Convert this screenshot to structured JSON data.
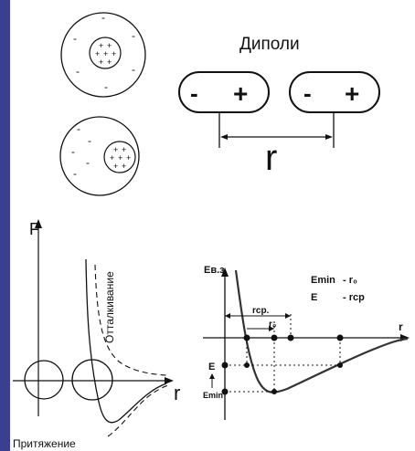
{
  "dipoles": {
    "title": "Диполи",
    "minus": "-",
    "plus": "+",
    "distance_label": "r"
  },
  "atom_charges": {
    "minus": "-",
    "plus": "+"
  },
  "force_plot": {
    "y_axis_label": "F",
    "x_axis_label": "r",
    "repulsion_label": "Отталкивание",
    "attraction_label": "Притяжение"
  },
  "energy_plot": {
    "y_axis_label": "Ев.з.",
    "x_axis_label": "r",
    "rcp_label": "rср.",
    "r0_label": "r₀",
    "E_label": "E",
    "Emin_label": "Emin",
    "legend_row1_left": "Emin",
    "legend_row1_right": "- r₀",
    "legend_row2_left": "E",
    "legend_row2_right": "- rср"
  },
  "colors": {
    "side_strip": "#3b3f8f",
    "ink": "#111111"
  }
}
